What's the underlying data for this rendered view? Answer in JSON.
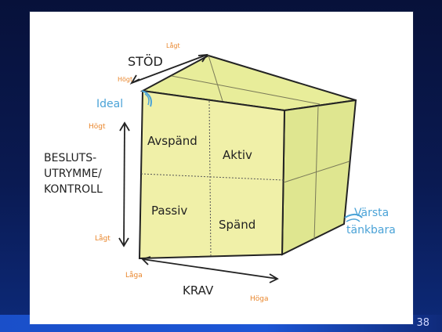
{
  "slide": {
    "page_number": "38"
  },
  "diagram": {
    "support_axis": {
      "label": "STÖD",
      "low": "Lågt",
      "high": "Högt"
    },
    "control_axis": {
      "label_lines": [
        "BESLUTS-",
        "UTRYMME/",
        "KONTROLL"
      ],
      "high": "Högt",
      "low": "Lågt"
    },
    "demand_axis": {
      "label": "KRAV",
      "low": "Låga",
      "high": "Höga"
    },
    "quadrants": {
      "top_left": "Avspänd",
      "top_right": "Aktiv",
      "bottom_left": "Passiv",
      "bottom_right": "Spänd"
    },
    "corners": {
      "ideal": "Ideal",
      "worst_lines": [
        "Värsta",
        "tänkbara"
      ]
    },
    "colors": {
      "cube_front": "#f0f0a8",
      "cube_top": "#e8ed9a",
      "cube_side": "#dfe690",
      "outline": "#232323",
      "orange_text": "#e9862c",
      "blue_text": "#4ba3d7"
    }
  }
}
